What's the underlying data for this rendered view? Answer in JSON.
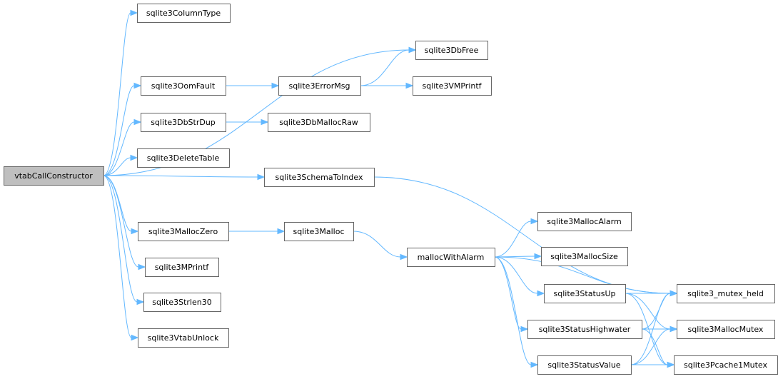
{
  "graph": {
    "nodes": [
      {
        "id": "vtabCallConstructor",
        "label": "vtabCallConstructor",
        "root": true
      },
      {
        "id": "sqlite3ColumnType",
        "label": "sqlite3ColumnType"
      },
      {
        "id": "sqlite3DbFree",
        "label": "sqlite3DbFree"
      },
      {
        "id": "sqlite3OomFault",
        "label": "sqlite3OomFault"
      },
      {
        "id": "sqlite3ErrorMsg",
        "label": "sqlite3ErrorMsg"
      },
      {
        "id": "sqlite3VMPrintf",
        "label": "sqlite3VMPrintf"
      },
      {
        "id": "sqlite3DbStrDup",
        "label": "sqlite3DbStrDup"
      },
      {
        "id": "sqlite3DbMallocRaw",
        "label": "sqlite3DbMallocRaw"
      },
      {
        "id": "sqlite3DeleteTable",
        "label": "sqlite3DeleteTable"
      },
      {
        "id": "sqlite3SchemaToIndex",
        "label": "sqlite3SchemaToIndex"
      },
      {
        "id": "sqlite3MallocZero",
        "label": "sqlite3MallocZero"
      },
      {
        "id": "sqlite3Malloc",
        "label": "sqlite3Malloc"
      },
      {
        "id": "mallocWithAlarm",
        "label": "mallocWithAlarm"
      },
      {
        "id": "sqlite3MallocAlarm",
        "label": "sqlite3MallocAlarm"
      },
      {
        "id": "sqlite3MallocSize",
        "label": "sqlite3MallocSize"
      },
      {
        "id": "sqlite3StatusUp",
        "label": "sqlite3StatusUp"
      },
      {
        "id": "sqlite3StatusHighwater",
        "label": "sqlite3StatusHighwater"
      },
      {
        "id": "sqlite3StatusValue",
        "label": "sqlite3StatusValue"
      },
      {
        "id": "sqlite3_mutex_held",
        "label": "sqlite3_mutex_held"
      },
      {
        "id": "sqlite3MallocMutex",
        "label": "sqlite3MallocMutex"
      },
      {
        "id": "sqlite3Pcache1Mutex",
        "label": "sqlite3Pcache1Mutex"
      },
      {
        "id": "sqlite3MPrintf",
        "label": "sqlite3MPrintf"
      },
      {
        "id": "sqlite3Strlen30",
        "label": "sqlite3Strlen30"
      },
      {
        "id": "sqlite3VtabUnlock",
        "label": "sqlite3VtabUnlock"
      }
    ],
    "edges": [
      {
        "from": "vtabCallConstructor",
        "to": "sqlite3ColumnType"
      },
      {
        "from": "vtabCallConstructor",
        "to": "sqlite3DbFree"
      },
      {
        "from": "vtabCallConstructor",
        "to": "sqlite3OomFault"
      },
      {
        "from": "vtabCallConstructor",
        "to": "sqlite3DbStrDup"
      },
      {
        "from": "vtabCallConstructor",
        "to": "sqlite3DeleteTable"
      },
      {
        "from": "vtabCallConstructor",
        "to": "sqlite3SchemaToIndex"
      },
      {
        "from": "vtabCallConstructor",
        "to": "sqlite3MallocZero"
      },
      {
        "from": "vtabCallConstructor",
        "to": "sqlite3MPrintf"
      },
      {
        "from": "vtabCallConstructor",
        "to": "sqlite3Strlen30"
      },
      {
        "from": "vtabCallConstructor",
        "to": "sqlite3VtabUnlock"
      },
      {
        "from": "sqlite3OomFault",
        "to": "sqlite3ErrorMsg"
      },
      {
        "from": "sqlite3ErrorMsg",
        "to": "sqlite3DbFree"
      },
      {
        "from": "sqlite3ErrorMsg",
        "to": "sqlite3VMPrintf"
      },
      {
        "from": "sqlite3DbStrDup",
        "to": "sqlite3DbMallocRaw"
      },
      {
        "from": "sqlite3SchemaToIndex",
        "to": "sqlite3_mutex_held"
      },
      {
        "from": "sqlite3MallocZero",
        "to": "sqlite3Malloc"
      },
      {
        "from": "sqlite3Malloc",
        "to": "mallocWithAlarm"
      },
      {
        "from": "mallocWithAlarm",
        "to": "sqlite3_mutex_held"
      },
      {
        "from": "mallocWithAlarm",
        "to": "sqlite3MallocAlarm"
      },
      {
        "from": "mallocWithAlarm",
        "to": "sqlite3MallocSize"
      },
      {
        "from": "mallocWithAlarm",
        "to": "sqlite3StatusUp"
      },
      {
        "from": "mallocWithAlarm",
        "to": "sqlite3StatusHighwater"
      },
      {
        "from": "mallocWithAlarm",
        "to": "sqlite3StatusValue"
      },
      {
        "from": "sqlite3StatusUp",
        "to": "sqlite3_mutex_held"
      },
      {
        "from": "sqlite3StatusUp",
        "to": "sqlite3MallocMutex"
      },
      {
        "from": "sqlite3StatusUp",
        "to": "sqlite3Pcache1Mutex"
      },
      {
        "from": "sqlite3StatusHighwater",
        "to": "sqlite3_mutex_held"
      },
      {
        "from": "sqlite3StatusHighwater",
        "to": "sqlite3MallocMutex"
      },
      {
        "from": "sqlite3StatusHighwater",
        "to": "sqlite3Pcache1Mutex"
      },
      {
        "from": "sqlite3StatusValue",
        "to": "sqlite3_mutex_held"
      },
      {
        "from": "sqlite3StatusValue",
        "to": "sqlite3MallocMutex"
      },
      {
        "from": "sqlite3StatusValue",
        "to": "sqlite3Pcache1Mutex"
      }
    ]
  }
}
